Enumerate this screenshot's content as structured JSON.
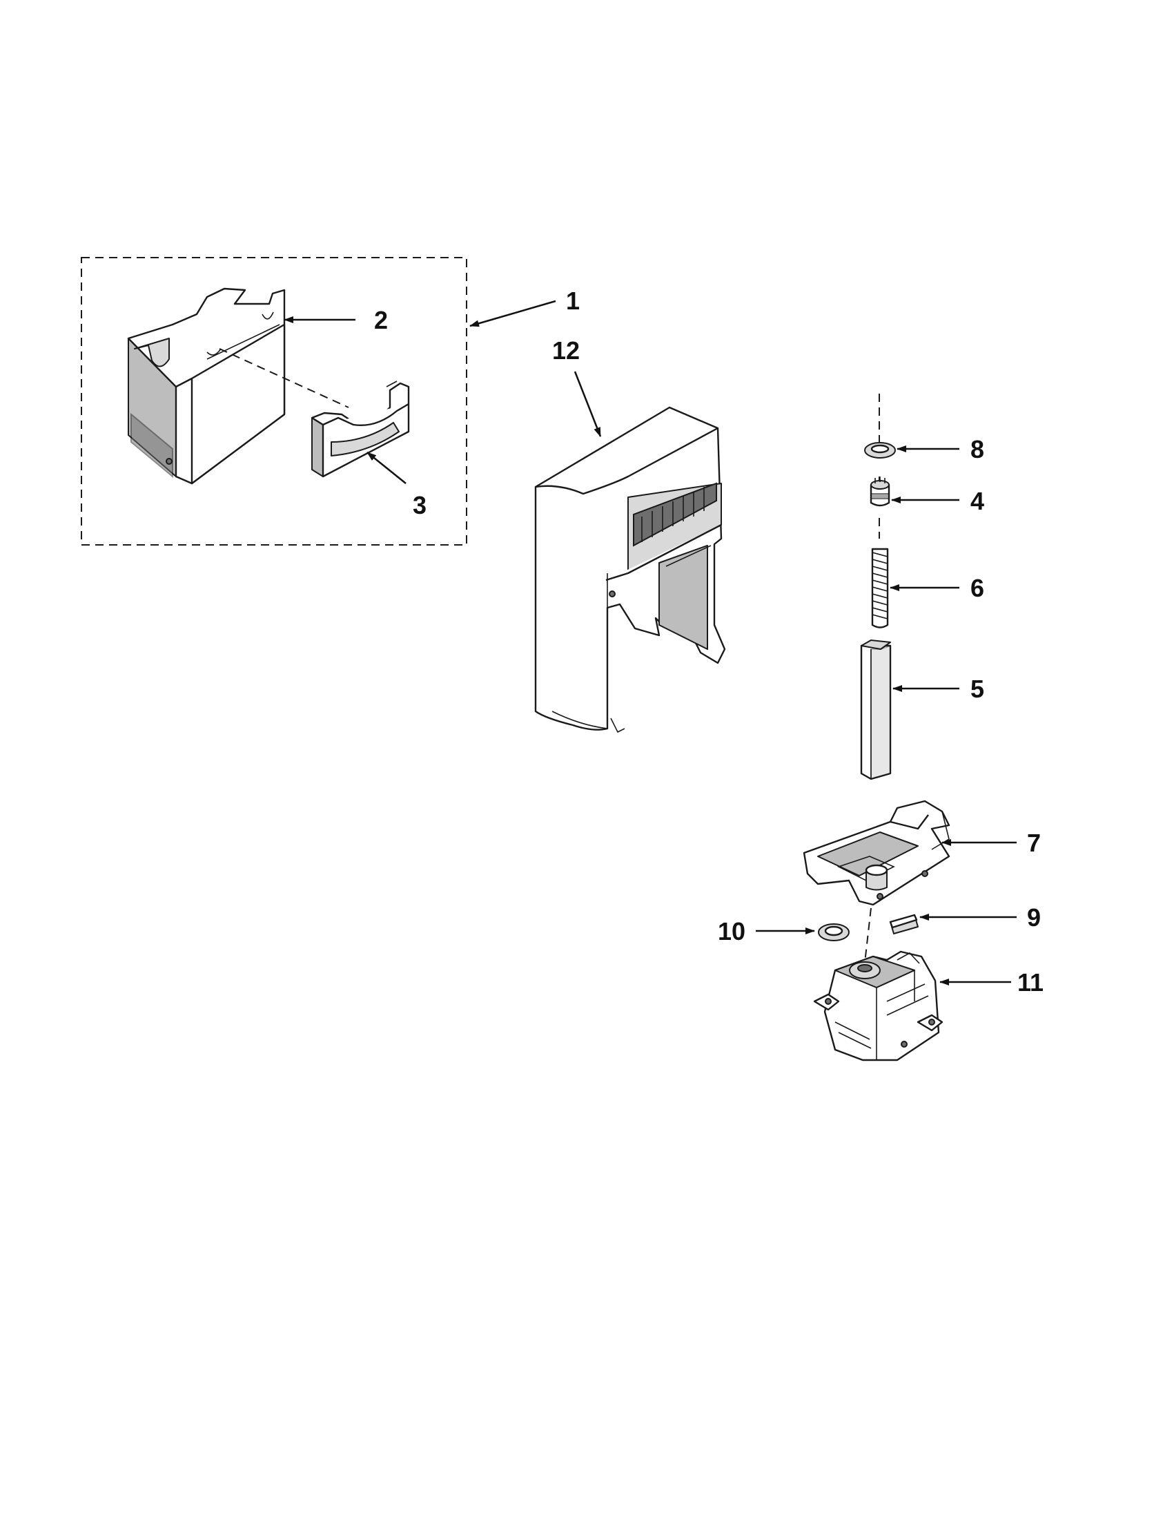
{
  "callouts": {
    "c1": "1",
    "c2": "2",
    "c3": "3",
    "c4": "4",
    "c5": "5",
    "c6": "6",
    "c7": "7",
    "c8": "8",
    "c9": "9",
    "c10": "10",
    "c11": "11",
    "c12": "12"
  }
}
